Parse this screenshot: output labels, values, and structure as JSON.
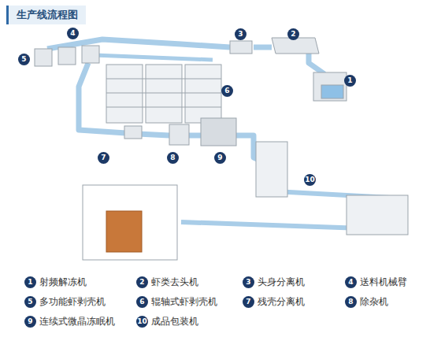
{
  "diagram": {
    "title": "生产线流程图",
    "labels": [
      "1",
      "2",
      "3",
      "4",
      "5",
      "6",
      "7",
      "8",
      "9",
      "10",
      "1",
      "2",
      "3",
      "4",
      "5",
      "6",
      "7",
      "8",
      "9",
      "10"
    ],
    "legend": [
      {
        "text": "射频解冻机"
      },
      {
        "text": "虾类去头机"
      },
      {
        "text": "头身分离机"
      },
      {
        "text": "送料机械臂"
      },
      {
        "text": "多功能虾剥壳机"
      },
      {
        "text": "辊轴式虾剥壳机"
      },
      {
        "text": "残壳分离机"
      },
      {
        "text": "除杂机"
      },
      {
        "text": "连续式微晶冻眠机"
      },
      {
        "text": "成品包装机"
      }
    ]
  }
}
